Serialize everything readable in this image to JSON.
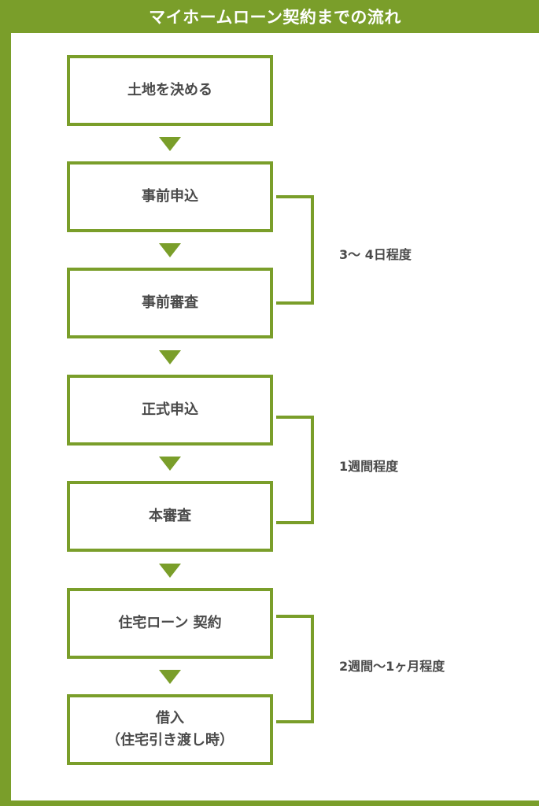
{
  "title": "マイホームローン契約までの流れ",
  "steps": [
    {
      "label": "土地を決める",
      "sub": ""
    },
    {
      "label": "事前申込",
      "sub": ""
    },
    {
      "label": "事前審査",
      "sub": ""
    },
    {
      "label": "正式申込",
      "sub": ""
    },
    {
      "label": "本審査",
      "sub": ""
    },
    {
      "label": "住宅ローン 契約",
      "sub": ""
    },
    {
      "label": "借入",
      "sub": "（住宅引き渡し時）"
    }
  ],
  "durations": [
    {
      "label": "3〜 4日程度"
    },
    {
      "label": "1週間程度"
    },
    {
      "label": "2週間〜1ヶ月程度"
    }
  ],
  "colors": {
    "accent": "#7a9e2a",
    "text": "#4a4a4a",
    "background": "#ffffff"
  }
}
